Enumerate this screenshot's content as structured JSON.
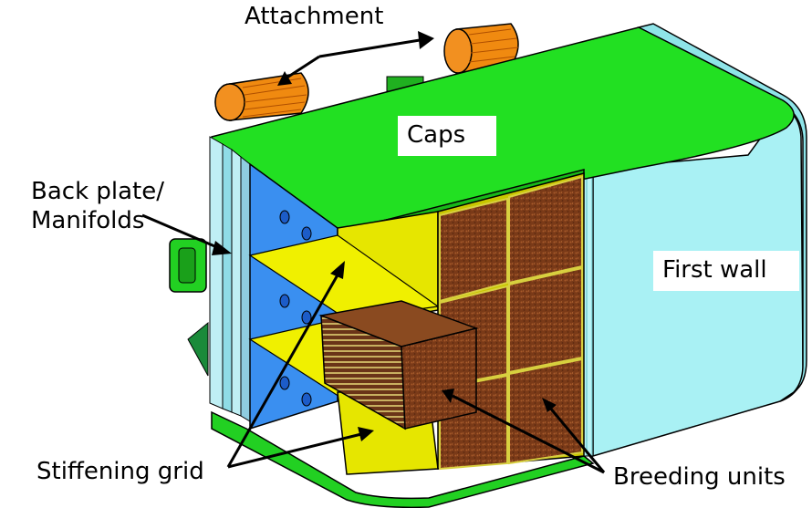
{
  "labels": {
    "attachment": "Attachment",
    "caps": "Caps",
    "back_plate_line1": "Back plate/",
    "back_plate_line2": "Manifolds",
    "first_wall": "First wall",
    "stiffening_grid": "Stiffening grid",
    "breeding_units": "Breeding units"
  },
  "colors": {
    "caps": "#22e022",
    "first_wall": "#a9f1f4",
    "back_plate": "#3a8ff0",
    "stiffening_grid": "#e6e600",
    "breeding_unit": "#7a3a1a",
    "attachment": "#f08010"
  }
}
